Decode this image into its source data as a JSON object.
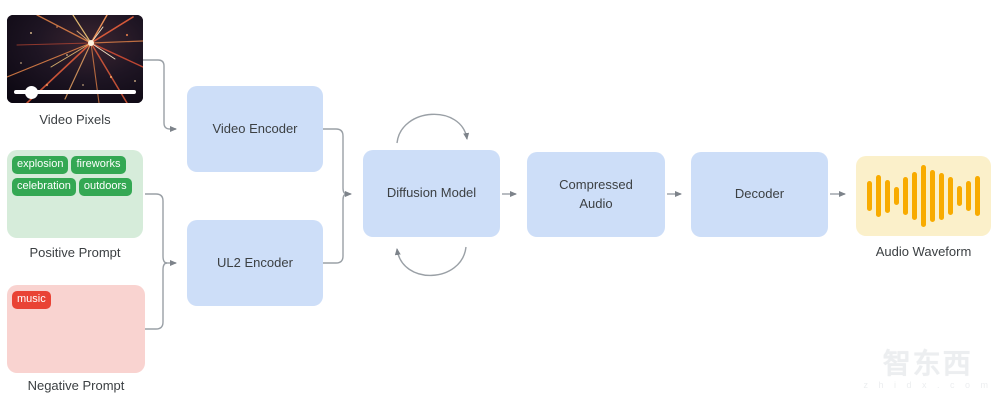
{
  "appearance": {
    "background": "#ffffff",
    "node_blue": "#cddef8",
    "positive_bg": "#d6ecda",
    "positive_tag": "#34a853",
    "negative_bg": "#f9d3d0",
    "negative_tag": "#e94335",
    "audio_bg": "#fbf0ca",
    "waveform_bar": "#f8ab00",
    "connector_gray": "#9aa0a6",
    "text_color": "#3c4043"
  },
  "video_input": {
    "label": "Video Pixels"
  },
  "positive_prompt": {
    "label": "Positive Prompt",
    "tags": [
      "explosion",
      "fireworks",
      "celebration",
      "outdoors"
    ]
  },
  "negative_prompt": {
    "label": "Negative Prompt",
    "tags": [
      "music"
    ]
  },
  "nodes": {
    "video_encoder": "Video Encoder",
    "ul2_encoder": "UL2 Encoder",
    "diffusion_model": "Diffusion Model",
    "compressed_audio": "Compressed Audio",
    "decoder": "Decoder"
  },
  "audio_output": {
    "label": "Audio Waveform",
    "bar_heights": [
      30,
      42,
      33,
      18,
      38,
      48,
      62,
      52,
      47,
      38,
      20,
      30,
      40
    ]
  },
  "watermark": {
    "title": "智东西",
    "subtitle": "z h i d x . c o m"
  }
}
